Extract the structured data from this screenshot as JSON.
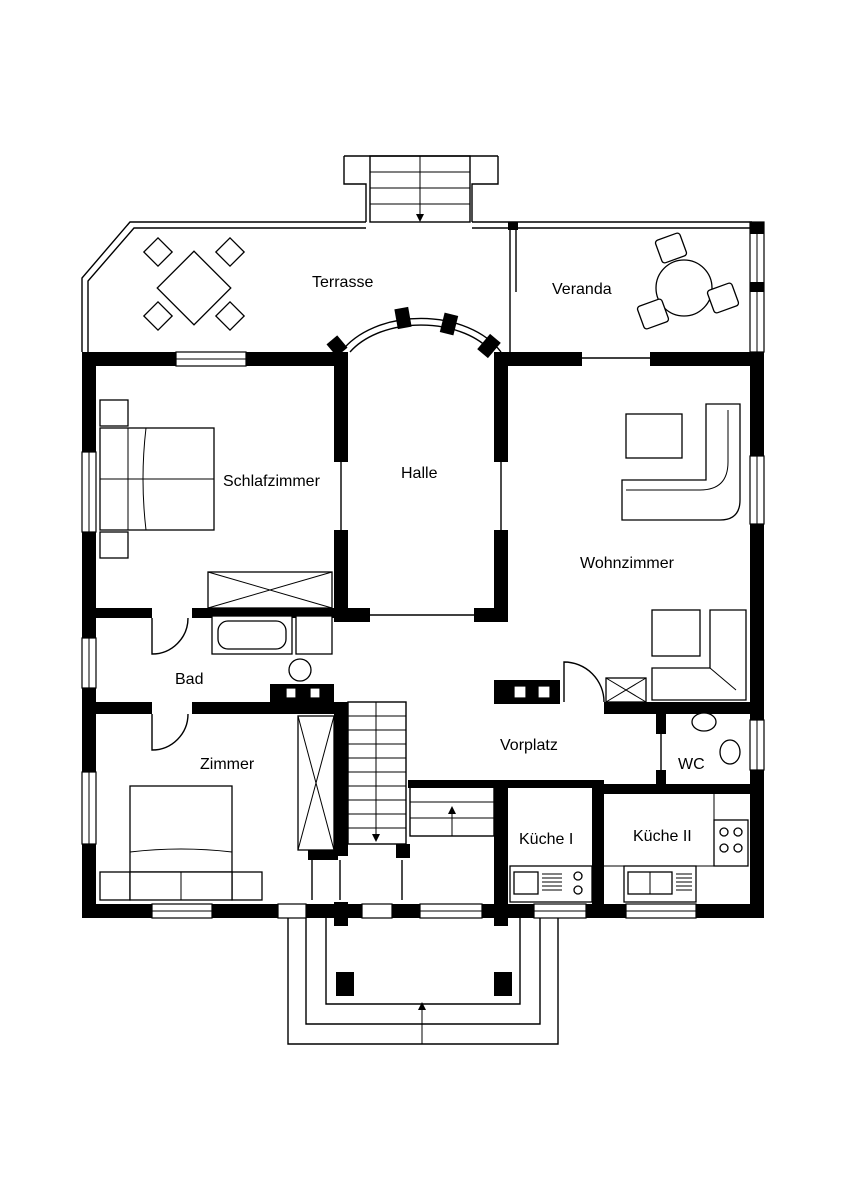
{
  "floorplan": {
    "rooms": {
      "terrasse": "Terrasse",
      "veranda": "Veranda",
      "schlafzimmer": "Schlafzimmer",
      "halle": "Halle",
      "wohnzimmer": "Wohnzimmer",
      "bad": "Bad",
      "zimmer": "Zimmer",
      "vorplatz": "Vorplatz",
      "wc": "WC",
      "kueche1": "Küche I",
      "kueche2": "Küche II"
    }
  }
}
